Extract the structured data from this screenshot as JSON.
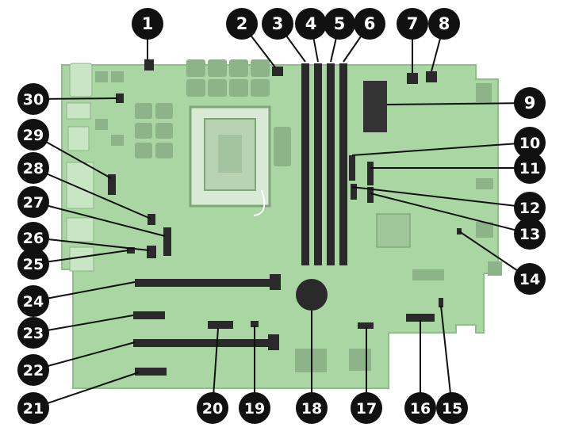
{
  "colors": {
    "board": "#a9d6a2",
    "board_edge": "#8fbf89",
    "component": "#8db488",
    "component_dark": "#6f9a6b",
    "slot": "#2a2a2a",
    "callout_fill": "#111111",
    "callout_text": "#ffffff",
    "leader": "#111111"
  },
  "callouts": [
    {
      "n": "1",
      "target": "power-connector-top-left"
    },
    {
      "n": "2",
      "target": "header-near-dimm"
    },
    {
      "n": "3",
      "target": "dimm-slot-1"
    },
    {
      "n": "4",
      "target": "dimm-slot-2"
    },
    {
      "n": "5",
      "target": "dimm-slot-3"
    },
    {
      "n": "6",
      "target": "dimm-slot-4"
    },
    {
      "n": "7",
      "target": "header-top-right-a"
    },
    {
      "n": "8",
      "target": "header-top-right-b"
    },
    {
      "n": "9",
      "target": "power-connector-right"
    },
    {
      "n": "10",
      "target": "sata-connector-1"
    },
    {
      "n": "11",
      "target": "sata-connector-2"
    },
    {
      "n": "12",
      "target": "sata-connector-3"
    },
    {
      "n": "13",
      "target": "sata-connector-4"
    },
    {
      "n": "14",
      "target": "small-header-right"
    },
    {
      "n": "15",
      "target": "header-bottom-right"
    },
    {
      "n": "16",
      "target": "front-panel-header"
    },
    {
      "n": "17",
      "target": "header-bottom-center"
    },
    {
      "n": "18",
      "target": "coin-battery"
    },
    {
      "n": "19",
      "target": "small-header-bottom"
    },
    {
      "n": "20",
      "target": "m2-connector"
    },
    {
      "n": "21",
      "target": "pcie-x1-bottom"
    },
    {
      "n": "22",
      "target": "pcie-x16-lower"
    },
    {
      "n": "23",
      "target": "pcie-x1-middle"
    },
    {
      "n": "24",
      "target": "pcie-x16-upper"
    },
    {
      "n": "25",
      "target": "header-left-bottom"
    },
    {
      "n": "26",
      "target": "header-left-2"
    },
    {
      "n": "27",
      "target": "header-left-3"
    },
    {
      "n": "28",
      "target": "header-left-4"
    },
    {
      "n": "29",
      "target": "header-left-5"
    },
    {
      "n": "30",
      "target": "header-left-top"
    }
  ]
}
